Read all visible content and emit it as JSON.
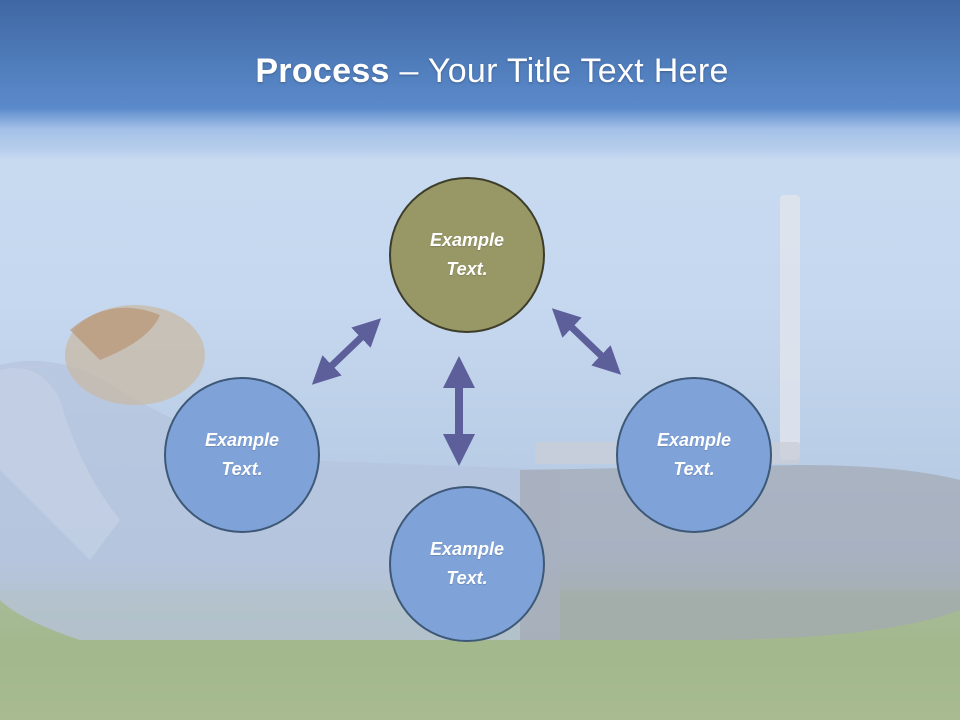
{
  "title": {
    "bold": "Process",
    "rest": " – Your Title Text Here"
  },
  "nodes": {
    "top": {
      "line1": "Example",
      "line2": "Text."
    },
    "left": {
      "line1": "Example",
      "line2": "Text."
    },
    "right": {
      "line1": "Example",
      "line2": "Text."
    },
    "bottom": {
      "line1": "Example",
      "line2": "Text."
    }
  },
  "colors": {
    "header": "#4a78b8",
    "top_node": "#989766",
    "blue_node": "#7fa2d8",
    "arrow": "#5d5f9a"
  }
}
